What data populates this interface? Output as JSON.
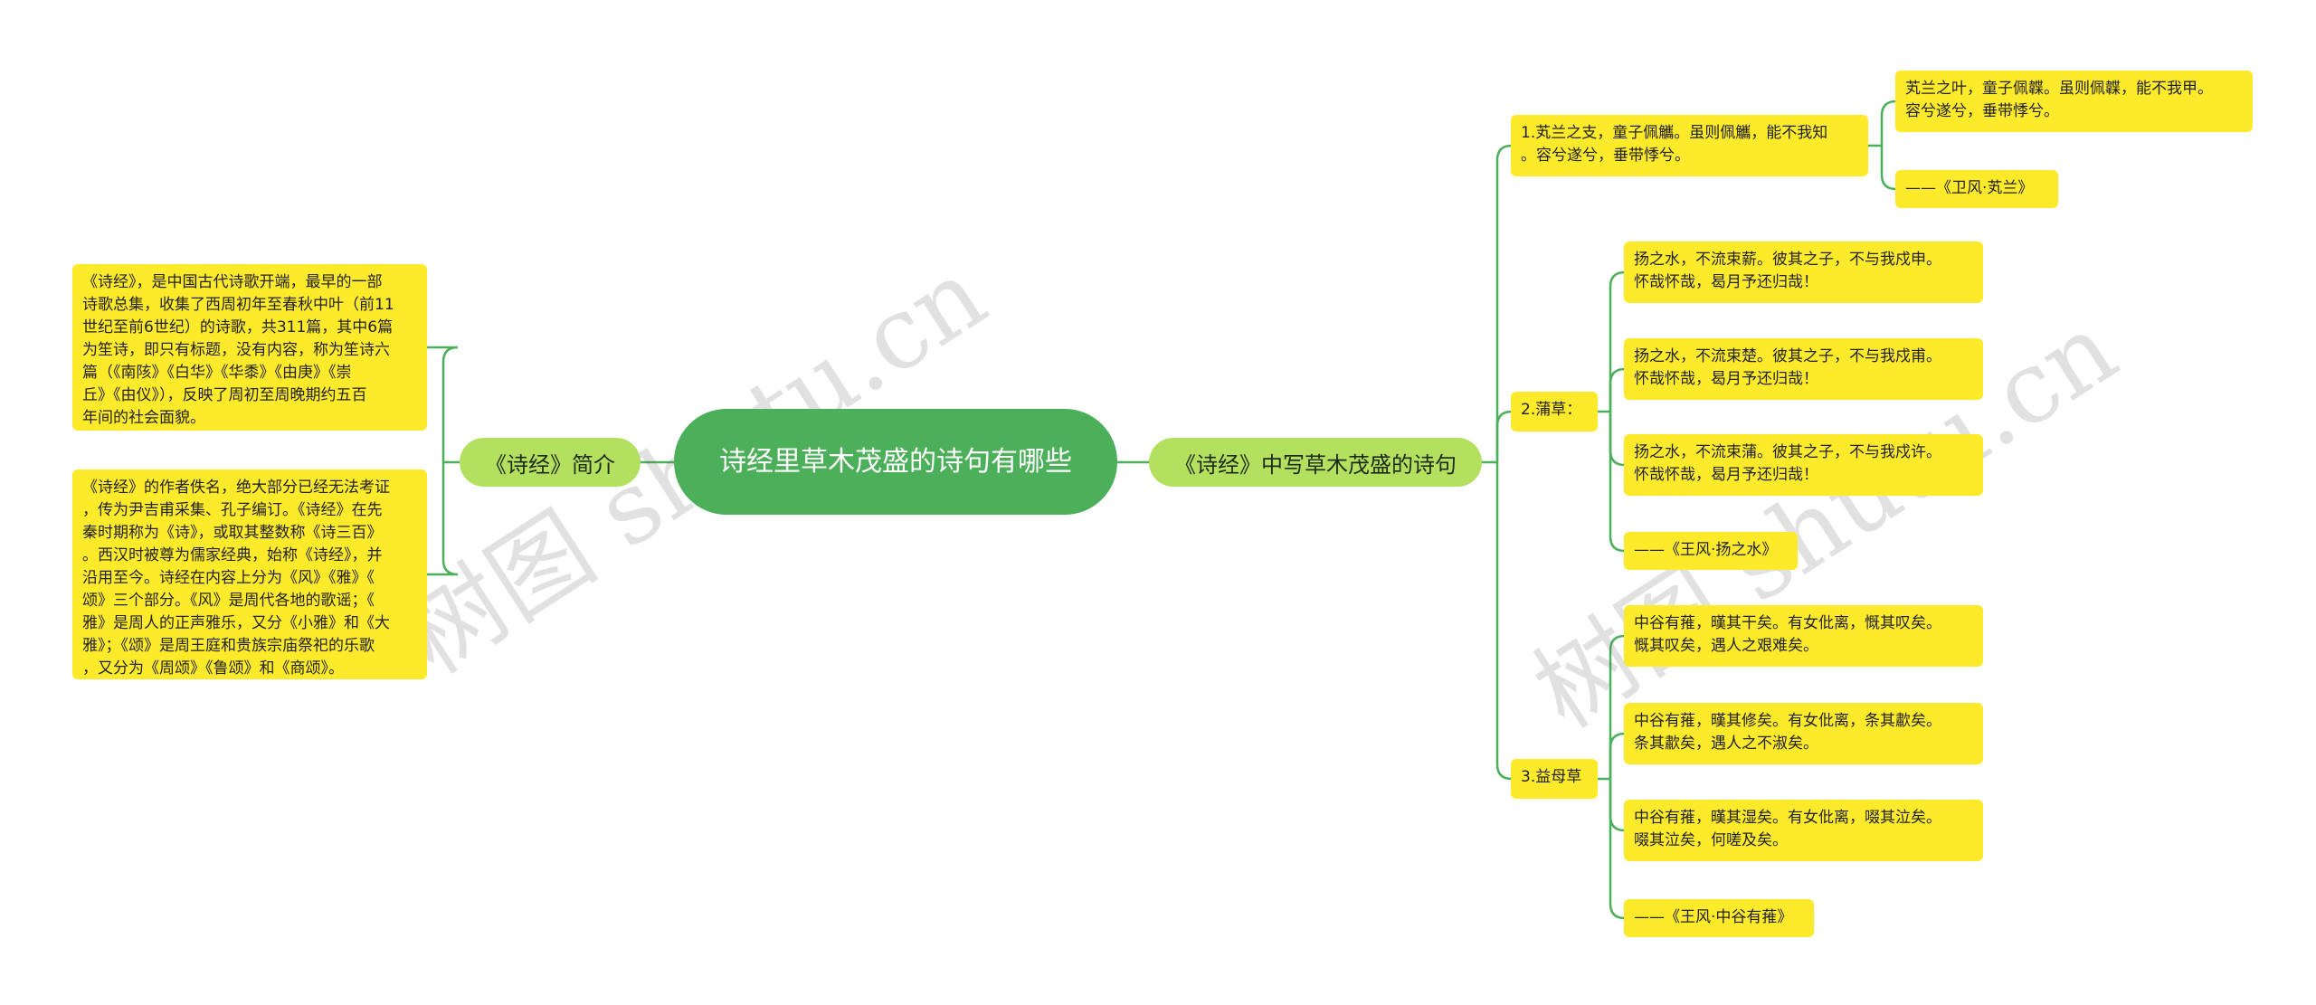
{
  "watermark": "树图 shutu.cn",
  "colors": {
    "root": "#4caf5a",
    "branch": "#b3e05f",
    "leaf": "#fdea2b",
    "link": "#4caf5a"
  },
  "root": {
    "label": "诗经里草木茂盛的诗句有哪些"
  },
  "left": {
    "label": "《诗经》简介",
    "notes": [
      "《诗经》，是中国古代诗歌开端，最早的一部\n诗歌总集，收集了西周初年至春秋中叶（前11\n世纪至前6世纪）的诗歌，共311篇，其中6篇\n为笙诗，即只有标题，没有内容，称为笙诗六\n篇（《南陔》《白华》《华黍》《由庚》《崇\n丘》《由仪》），反映了周初至周晚期约五百\n年间的社会面貌。",
      "《诗经》的作者佚名，绝大部分已经无法考证\n，传为尹吉甫采集、孔子编订。《诗经》在先\n秦时期称为《诗》，或取其整数称《诗三百》\n。西汉时被尊为儒家经典，始称《诗经》，并\n沿用至今。诗经在内容上分为《风》《雅》《\n颂》三个部分。《风》是周代各地的歌谣；《\n雅》是周人的正声雅乐，又分《小雅》和《大\n雅》；《颂》是周王庭和贵族宗庙祭祀的乐歌\n，又分为《周颂》《鲁颂》和《商颂》。"
    ]
  },
  "right": {
    "label": "《诗经》中写草木茂盛的诗句",
    "groups": [
      {
        "label": "1.芄兰之支，童子佩觿。虽则佩觿，能不我知\n。容兮遂兮，垂带悸兮。",
        "items": [
          "芄兰之叶，童子佩韘。虽则佩韘，能不我甲。\n容兮遂兮，垂带悸兮。",
          "——《卫风·芄兰》"
        ]
      },
      {
        "label": "2.蒲草：",
        "items": [
          "扬之水，不流束薪。彼其之子，不与我戍申。\n怀哉怀哉，曷月予还归哉！",
          "扬之水，不流束楚。彼其之子，不与我戍甫。\n怀哉怀哉，曷月予还归哉！",
          "扬之水，不流束蒲。彼其之子，不与我戍许。\n怀哉怀哉，曷月予还归哉！",
          "——《王风·扬之水》"
        ]
      },
      {
        "label": "3.益母草",
        "items": [
          "中谷有蓷，暵其干矣。有女仳离，慨其叹矣。\n慨其叹矣，遇人之艰难矣。",
          "中谷有蓷，暵其修矣。有女仳离，条其歗矣。\n条其歗矣，遇人之不淑矣。",
          "中谷有蓷，暵其湿矣。有女仳离，啜其泣矣。\n啜其泣矣，何嗟及矣。",
          "——《王风·中谷有蓷》"
        ]
      }
    ]
  }
}
